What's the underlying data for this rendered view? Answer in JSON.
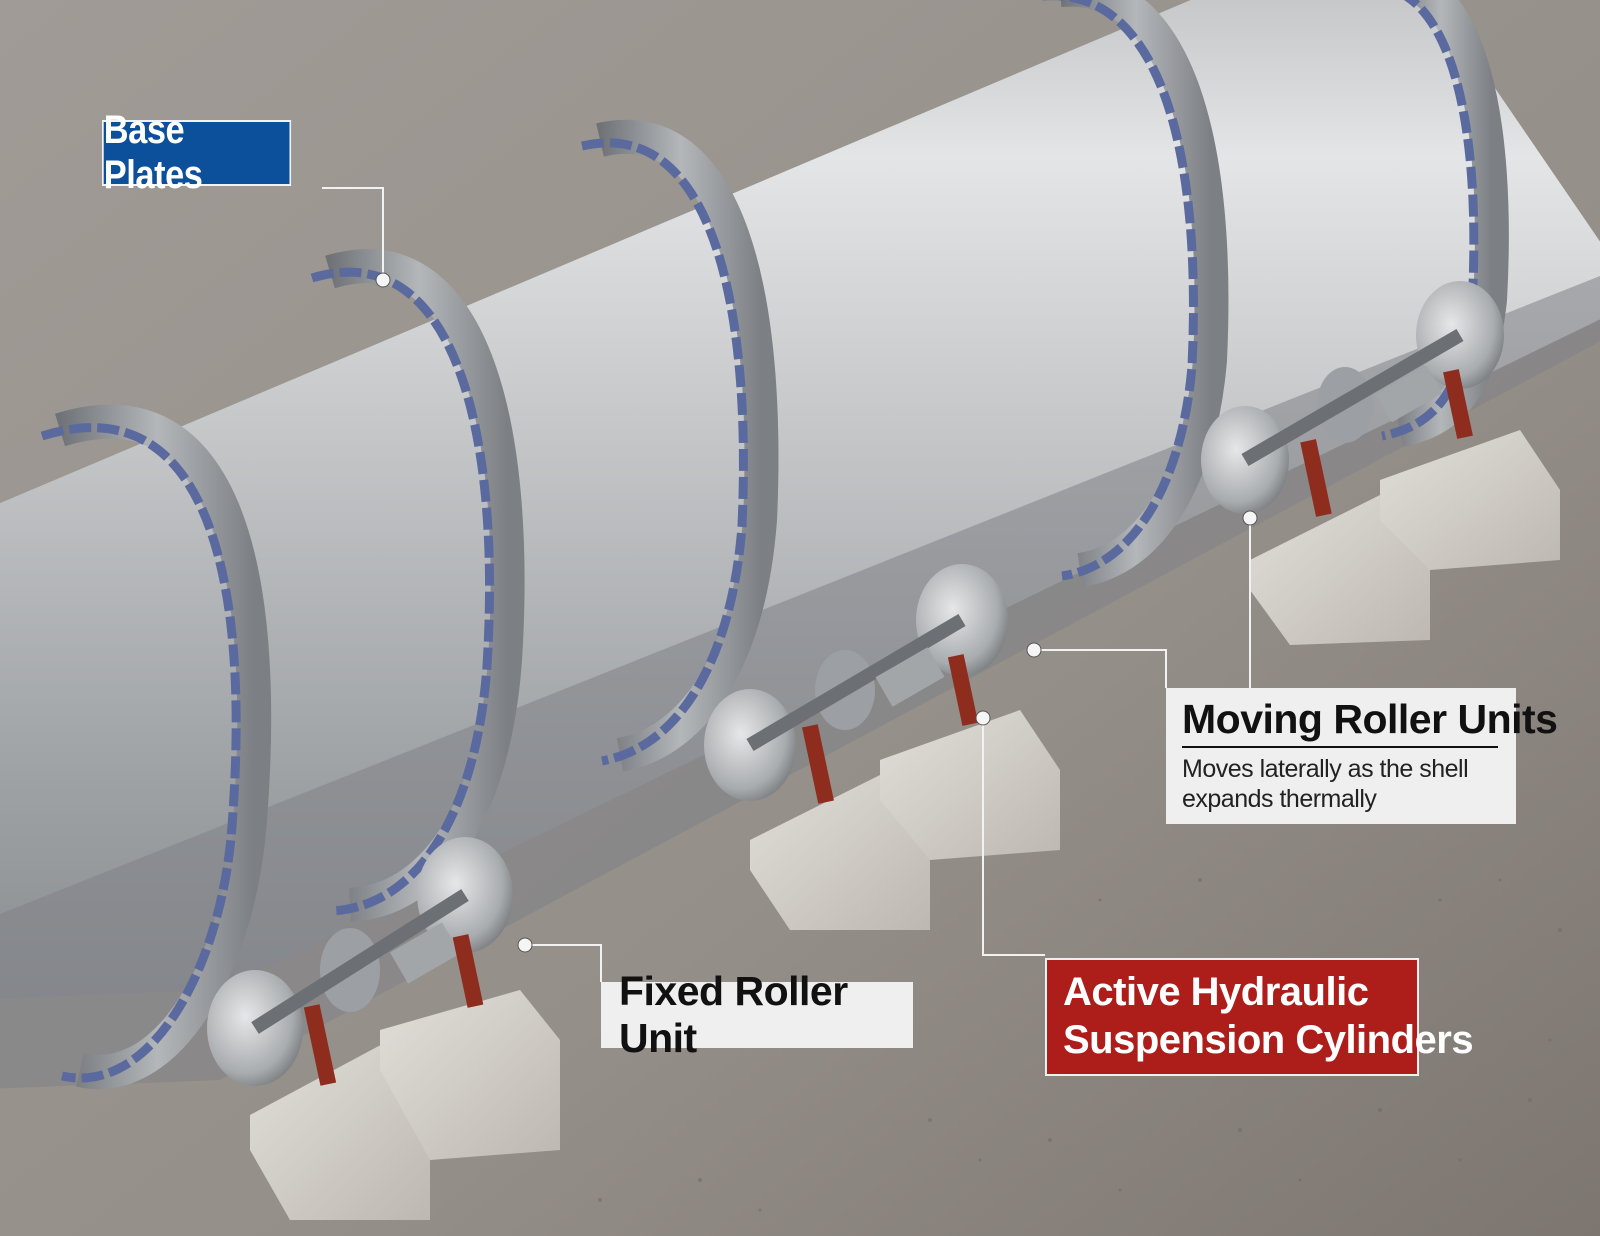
{
  "labels": {
    "base_plates": "Base Plates",
    "fixed_roller": "Fixed Roller Unit",
    "moving_title": "Moving Roller Units",
    "moving_desc": "Moves laterally as the shell expands thermally",
    "hydraulic_line1": "Active Hydraulic",
    "hydraulic_line2": "Suspension Cylinders"
  },
  "colors": {
    "background": "#8f8984",
    "shell": "#c9cbcd",
    "tyre_ring": "#8c8f93",
    "base_plate_band": "#5b6a9e",
    "cylinder_red": "#8e2c1e",
    "concrete": "#d3cfc9",
    "label_blue": "#0c4f9a",
    "label_red": "#ad1d1a",
    "label_white": "#efefef"
  }
}
